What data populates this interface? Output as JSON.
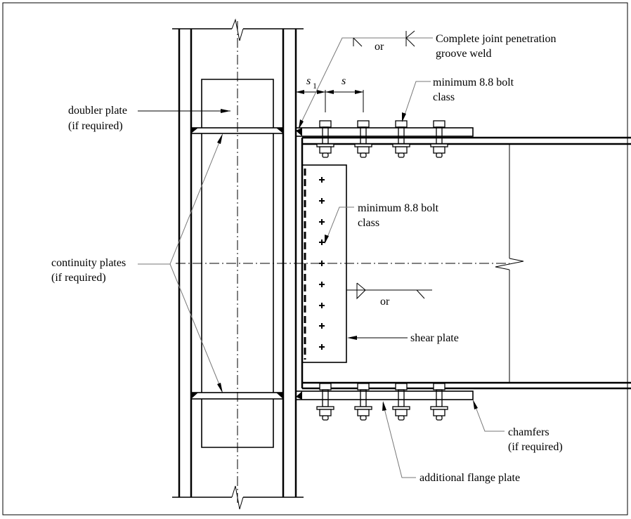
{
  "labels": {
    "weld_line1": "Complete joint penetration",
    "weld_line2": "groove weld",
    "weld_or_top": "or",
    "s1": "s",
    "s1_sub": "1",
    "s": "s",
    "bolt_top_line1": "minimum 8.8 bolt",
    "bolt_top_line2": "class",
    "doubler_line1": "doubler plate",
    "doubler_line2": "(if required)",
    "bolt_web_line1": "minimum 8.8 bolt",
    "bolt_web_line2": "class",
    "continuity_line1": "continuity plates",
    "continuity_line2": "(if required)",
    "weld_or_web": "or",
    "shear_plate": "shear plate",
    "chamfers_line1": "chamfers",
    "chamfers_line2": "(if required)",
    "additional_flange_plate": "additional flange plate"
  }
}
